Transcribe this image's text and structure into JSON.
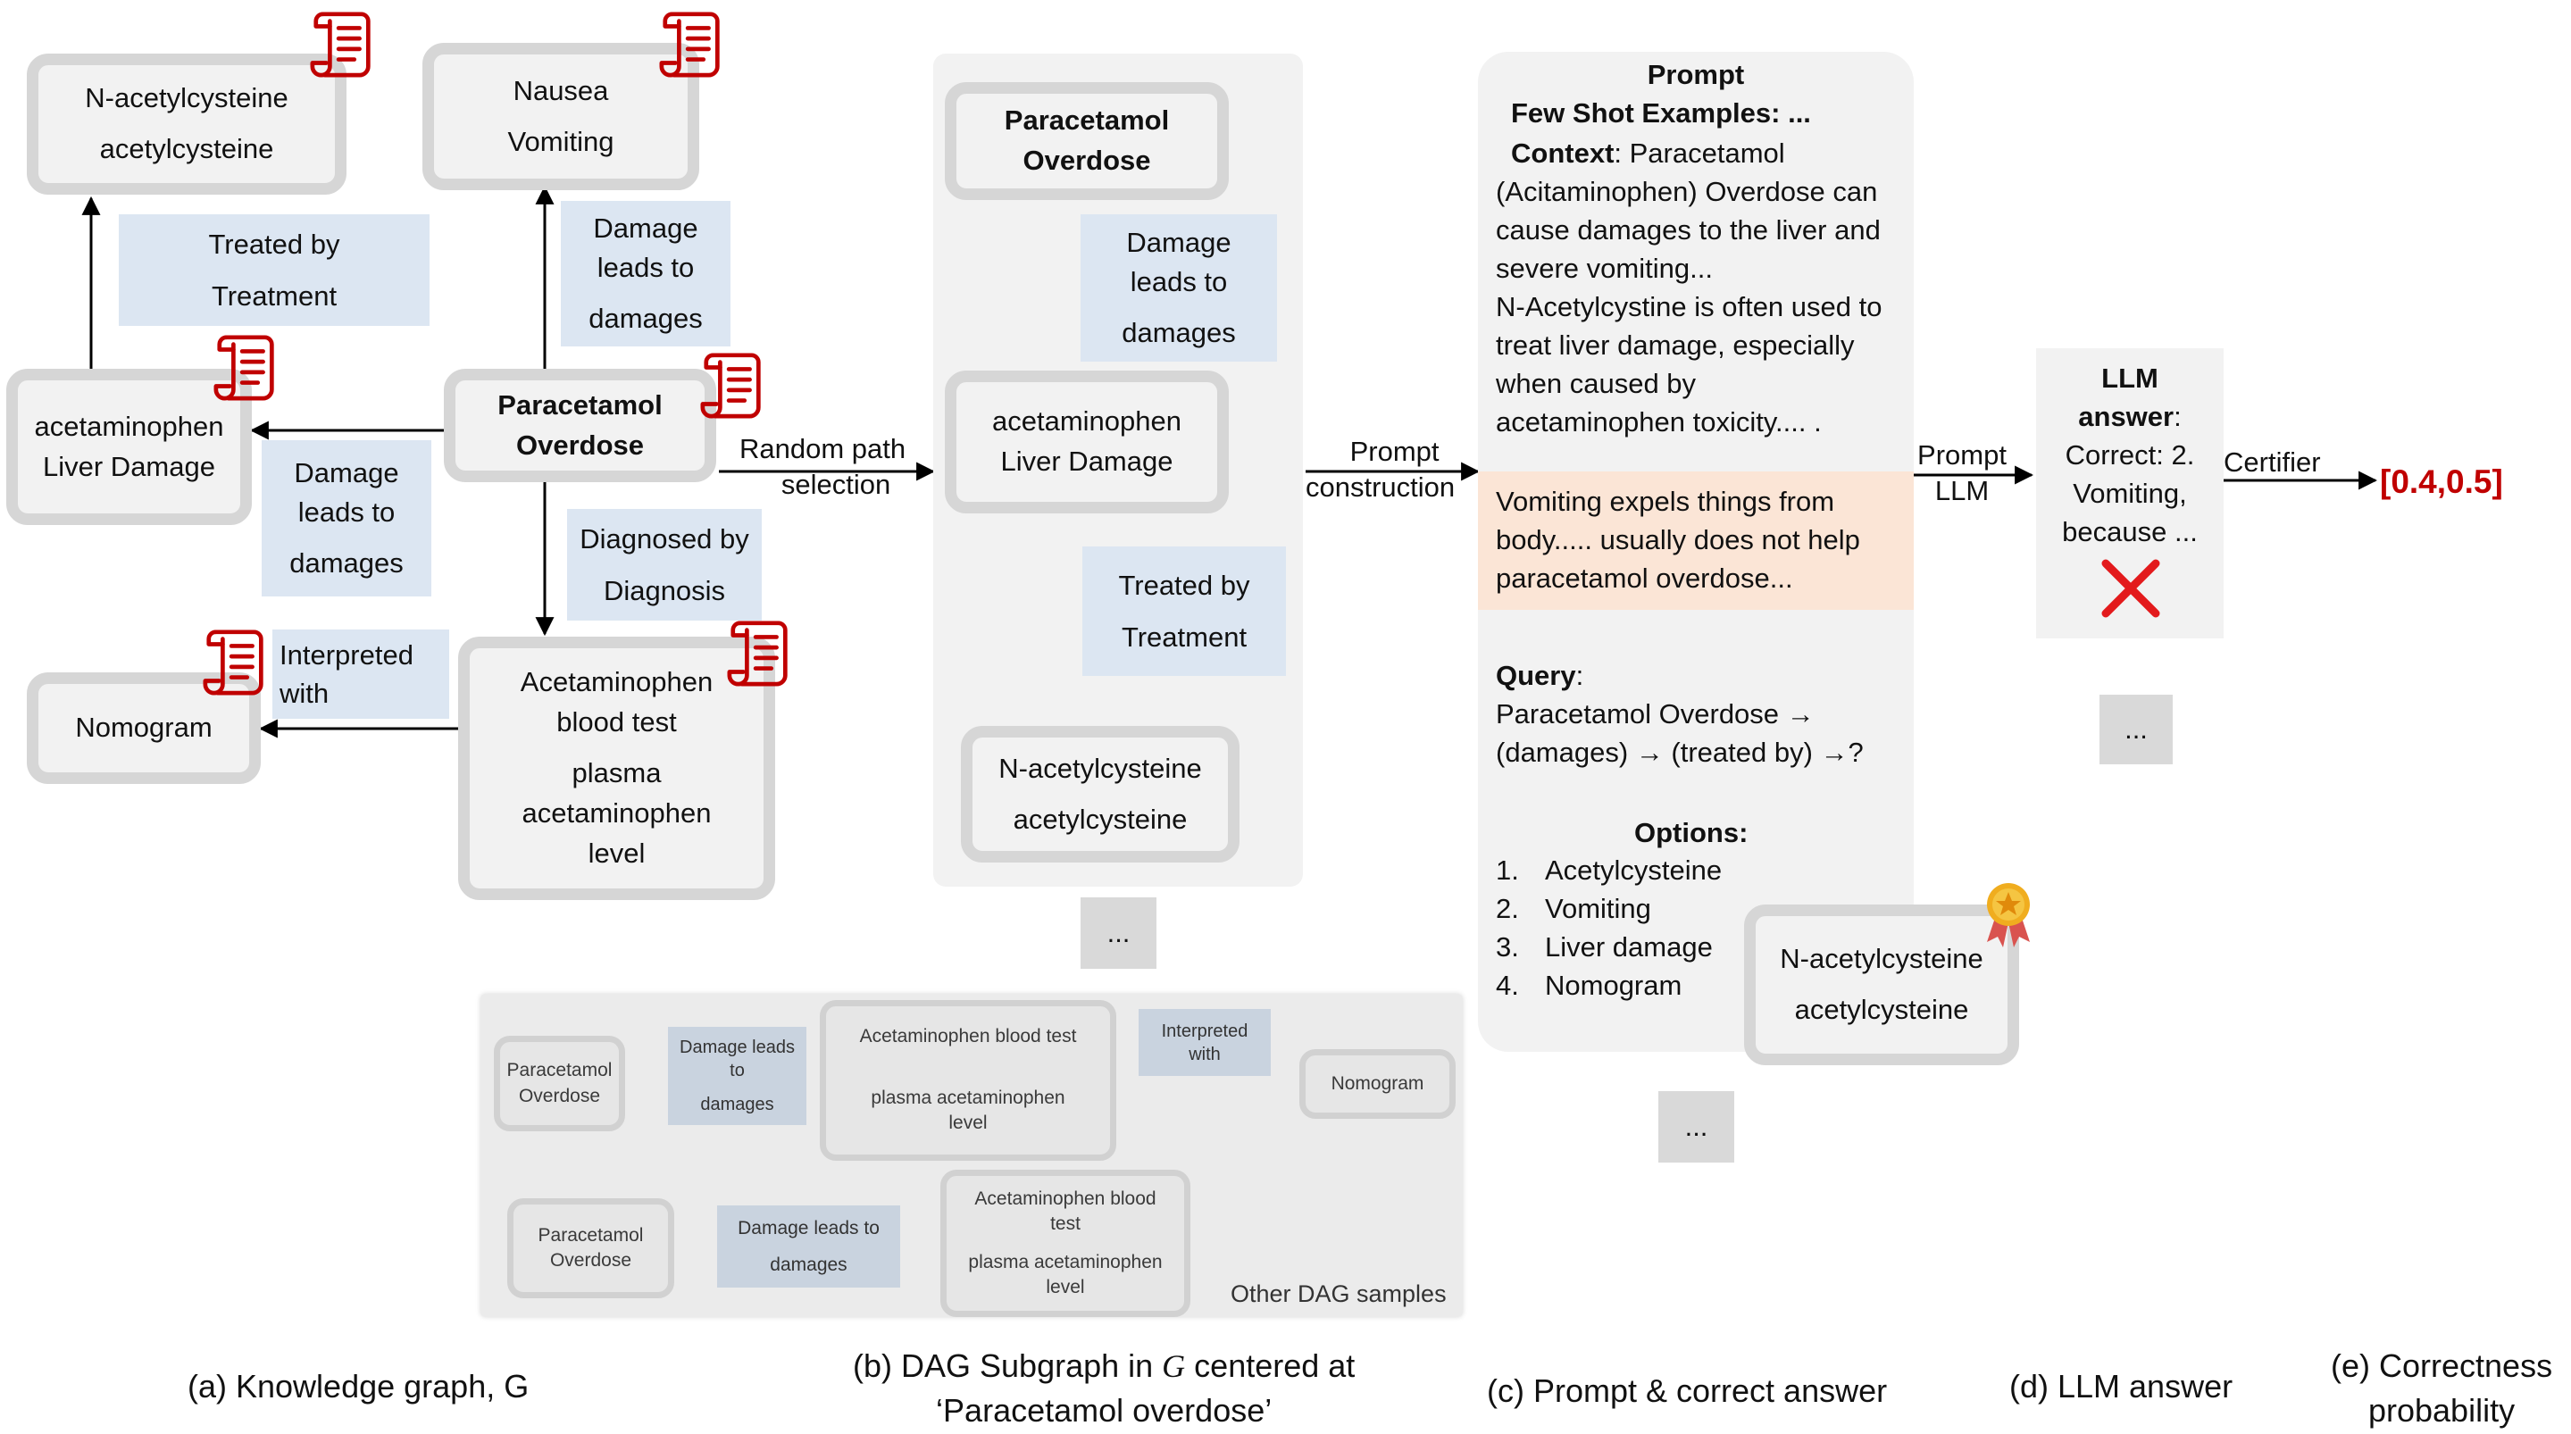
{
  "kg": {
    "n_acetyl": [
      "N-acetylcysteine",
      "acetylcysteine"
    ],
    "nausea": [
      "Nausea",
      "Vomiting"
    ],
    "paracetamol": [
      "Paracetamol",
      "Overdose"
    ],
    "liver": [
      "acetaminophen",
      "Liver Damage"
    ],
    "nomogram": "Nomogram",
    "blood_test": [
      "Acetaminophen",
      "blood test",
      "plasma",
      "acetaminophen",
      "level"
    ],
    "lbl_treated": [
      "Treated by",
      "Treatment"
    ],
    "lbl_damage_up": [
      "Damage",
      "leads to",
      "damages"
    ],
    "lbl_damage_left": [
      "Damage",
      "leads to",
      "damages"
    ],
    "lbl_diagnosed": [
      "Diagnosed by",
      "Diagnosis"
    ],
    "lbl_interpreted": [
      "Interpreted",
      "with"
    ]
  },
  "arrow_random_path": [
    "Random path",
    "selection"
  ],
  "dag": {
    "paracetamol": [
      "Paracetamol",
      "Overdose"
    ],
    "liver": [
      "acetaminophen",
      "Liver Damage"
    ],
    "n_acetyl": [
      "N-acetylcysteine",
      "acetylcysteine"
    ],
    "lbl_damage": [
      "Damage",
      "leads to",
      "damages"
    ],
    "lbl_treated": [
      "Treated by",
      "Treatment"
    ],
    "dots": "..."
  },
  "other_dag": {
    "row1": {
      "paracetamol": [
        "Paracetamol",
        "Overdose"
      ],
      "lbl_damage": [
        "Damage leads",
        "to",
        "damages"
      ],
      "blood_test": [
        "Acetaminophen blood test",
        "plasma acetaminophen",
        "level"
      ],
      "lbl_interpreted": [
        "Interpreted",
        "with"
      ],
      "nomogram": "Nomogram"
    },
    "row2": {
      "paracetamol": [
        "Paracetamol",
        "Overdose"
      ],
      "lbl_damage": [
        "Damage leads to",
        "damages"
      ],
      "blood_test": [
        "Acetaminophen blood",
        "test",
        "plasma acetaminophen",
        "level"
      ]
    },
    "caption": "Other DAG samples"
  },
  "arrow_prompt_construction": [
    "Prompt",
    "construction"
  ],
  "prompt": {
    "title": "Prompt",
    "few_shot": "Few Shot Examples: ...",
    "context_label": "Context",
    "context_lines": [
      ": Paracetamol",
      "(Acitaminophen) Overdose  can",
      "cause damages to the liver and",
      "severe vomiting...",
      "N-Acetylcystine is often used to",
      "treat liver damage, especially",
      "when caused by",
      "acetaminophen toxicity.... ."
    ],
    "distractor_lines": [
      "Vomiting expels things from",
      "body..... usually does not help",
      "paracetamol overdose..."
    ],
    "query_label": "Query",
    "query_colon": ":",
    "query_lines": [
      "Paracetamol Overdose →",
      " (damages) → (treated by) →?"
    ],
    "options_title": "Options:",
    "options": [
      {
        "num": "1.",
        "text": "Acetylcysteine"
      },
      {
        "num": "2.",
        "text": "Vomiting"
      },
      {
        "num": "3.",
        "text": "Liver damage"
      },
      {
        "num": "4.",
        "text": "Nomogram"
      }
    ],
    "answer": [
      "N-acetylcysteine",
      "acetylcysteine"
    ],
    "dots": "..."
  },
  "arrow_prompt_llm": [
    "Prompt",
    "LLM"
  ],
  "llm": {
    "title_lines": [
      "LLM",
      "answer"
    ],
    "colon": ":",
    "body_lines": [
      "Correct: 2.",
      "Vomiting,",
      "because ..."
    ],
    "dots": "..."
  },
  "arrow_certifier": "Certifier",
  "result": "[0.4,0.5]",
  "captions": {
    "a": [
      "(a) Knowledge graph, G"
    ],
    "b": [
      "(b) DAG Subgraph in ",
      "G",
      " centered at",
      "‘Paracetamol overdose’"
    ],
    "c": [
      "(c) Prompt & correct answer"
    ],
    "d": [
      "(d) LLM answer"
    ],
    "e": [
      "(e) Correctness",
      "probability"
    ]
  },
  "colors": {
    "label_blue": "#dce6f2",
    "distractor": "#fbe5d6",
    "result_red": "#c00000",
    "scroll_red": "#c00000",
    "panel_gray": "#f2f2f2"
  },
  "icons": [
    "scroll-icon",
    "x-mark-icon",
    "award-medal-icon"
  ]
}
